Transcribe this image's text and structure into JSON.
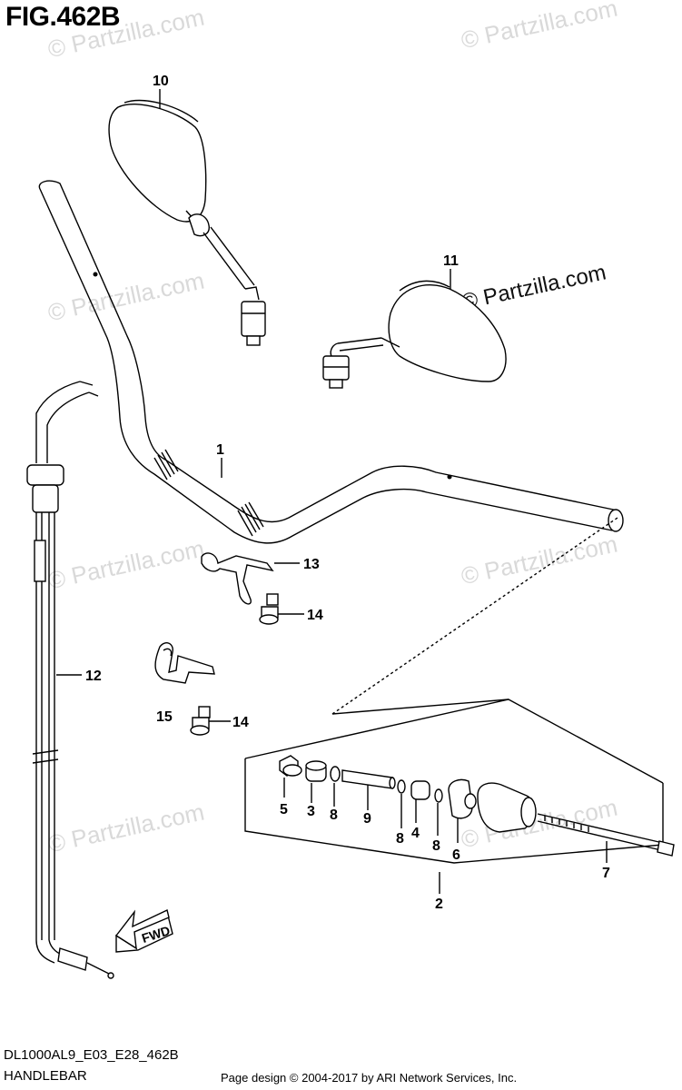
{
  "figure": {
    "title": "FIG.462B",
    "model_code": "DL1000AL9_E03_E28_462B",
    "name": "HANDLEBAR",
    "copyright": "Page design © 2004-2017 by ARI Network Services, Inc."
  },
  "watermark": {
    "text": "© Partzilla.com"
  },
  "direction_label": "FWD",
  "callouts": {
    "c1": "1",
    "c2": "2",
    "c3": "3",
    "c4": "4",
    "c5": "5",
    "c6": "6",
    "c7": "7",
    "c8a": "8",
    "c8b": "8",
    "c8c": "8",
    "c9": "9",
    "c10": "10",
    "c11": "11",
    "c12": "12",
    "c13": "13",
    "c14a": "14",
    "c14b": "14",
    "c15": "15"
  }
}
